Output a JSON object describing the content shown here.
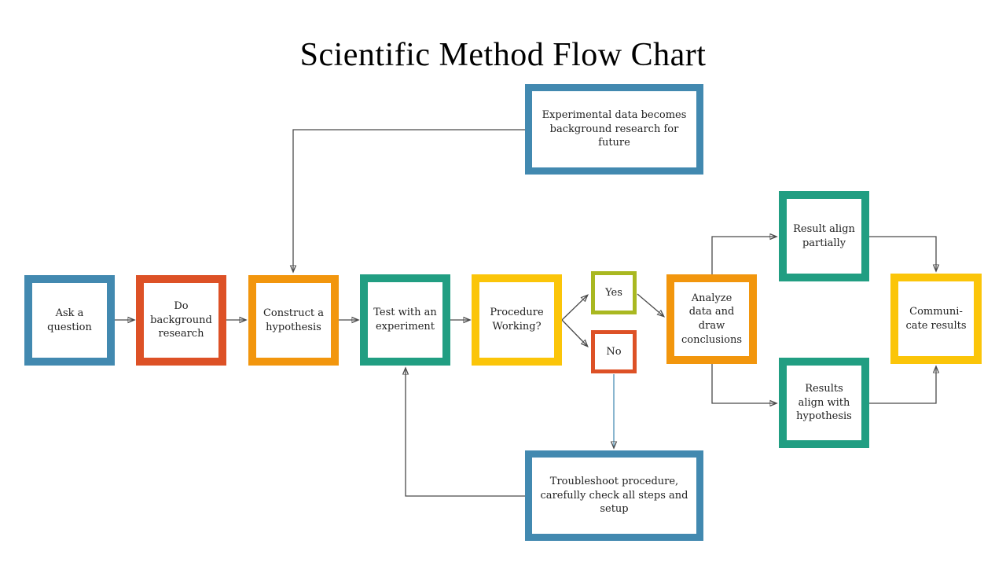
{
  "title": "Scientific Method Flow Chart",
  "palette": {
    "blue": "#4289B0",
    "red_orange": "#DD5126",
    "orange": "#F2960D",
    "teal": "#219E82",
    "yellow": "#FBC509",
    "lime_green": "#A9B821",
    "connector_gray": "#4A4A4A",
    "connector_blue": "#4A8FB5",
    "text": "#1F1F1F",
    "background": "#FFFFFF"
  },
  "nodes": {
    "ask": {
      "label": "Ask a\nquestion",
      "color": "#4289B0"
    },
    "research": {
      "label": "Do\nbackground\nresearch",
      "color": "#DD5126"
    },
    "hypothesis": {
      "label": "Construct a\nhypothesis",
      "color": "#F2960D"
    },
    "experiment": {
      "label": "Test with an\nexperiment",
      "color": "#219E82"
    },
    "procedure": {
      "label": "Procedure\nWorking?",
      "color": "#FBC509"
    },
    "yes": {
      "label": "Yes",
      "color": "#A9B821"
    },
    "no": {
      "label": "No",
      "color": "#DD5126"
    },
    "analyze": {
      "label": "Analyze\ndata and\ndraw\nconclusions",
      "color": "#F2960D"
    },
    "partial": {
      "label": "Result align\npartially",
      "color": "#219E82"
    },
    "aligned": {
      "label": "Results\nalign with\nhypothesis",
      "color": "#219E82"
    },
    "communicate": {
      "label": "Communi-\ncate results",
      "color": "#FBC509"
    },
    "feedback": {
      "label": "Experimental data becomes\nbackground research for\nfuture",
      "color": "#4289B0"
    },
    "troubleshoot": {
      "label": "Troubleshoot procedure,\ncarefully check all steps and\nsetup",
      "color": "#4289B0"
    }
  }
}
